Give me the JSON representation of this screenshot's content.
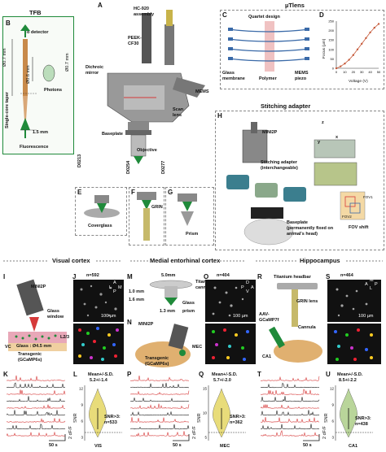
{
  "panels": {
    "A": {
      "letter": "A",
      "hc920": "HC-920",
      "assembly": "assembly",
      "peek": "PEEK-",
      "cf30": "CF30",
      "dichroic1": "Dichroic",
      "dichroic2": "mirror",
      "mems": "MEMS",
      "scan1": "Scan",
      "scan2": "lens",
      "baseplate": "Baseplate",
      "objective": "Objective",
      "d0213": "D0213",
      "d0254": "D0254",
      "d0277": "D0277"
    },
    "B": {
      "letter": "B",
      "title": "TFB",
      "to_detector": "To detector",
      "d07": "Ø0.7 mm",
      "d06": "Ø0.6 mm",
      "d07b": "Ø0.7 mm",
      "photons": "Photons",
      "single_core": "Single-core taper",
      "d15": "1.5 mm",
      "fluorescence": "Fluorescence"
    },
    "C": {
      "letter": "C",
      "header": "µTlens",
      "quartet": "Quartet design",
      "glass1": "Glass",
      "glass2": "membrane",
      "polymer": "Polymer",
      "mems1": "MEMS",
      "mems2": "piezo"
    },
    "D": {
      "letter": "D",
      "ylabel": "Focus (µm)",
      "xlabel": "Voltage (V)",
      "yticks": [
        "0",
        "50",
        "100",
        "150",
        "200",
        "250"
      ],
      "xticks": [
        "0",
        "10",
        "20",
        "30",
        "40",
        "50"
      ]
    },
    "E": {
      "letter": "E",
      "label": "Coverglass"
    },
    "F": {
      "letter": "F",
      "label": "GRIN"
    },
    "G": {
      "letter": "G",
      "label": "Prism"
    },
    "H": {
      "letter": "H",
      "header": "Stitching adapter",
      "mini2p": "MINI2P",
      "stitch1": "Stitching adapter",
      "stitch2": "(interchangeable)",
      "base1": "Baseplate",
      "base2": "(permanently fixed on",
      "base3": "animal's head)",
      "fov1": "FOV1",
      "fov2": "FOV2",
      "fovshift": "FOV shift",
      "ax_z": "z",
      "ax_x": "x",
      "ax_y": "y"
    },
    "I": {
      "letter": "I",
      "mini2p": "MINI2P",
      "glass1": "Glass",
      "glass2": "window",
      "l23": "L2/3",
      "vc": "VC",
      "glass_d": "Glass : Ø4.5 mm",
      "trans1": "Transgenic",
      "trans2": "(GCaMP6s)"
    },
    "J": {
      "letter": "J",
      "n": "n=592",
      "scale": "100 µm",
      "a": "A",
      "l": "L",
      "m": "M",
      "p": "P"
    },
    "M": {
      "letter": "M",
      "d5": "5.0mm",
      "titanium1": "Titanium",
      "titanium2": "cannula",
      "h10": "1.0 mm",
      "h16": "1.6 mm",
      "glass": "Glass",
      "d13": "1.3 mm",
      "prism": "prism"
    },
    "N": {
      "letter": "N",
      "mini2p": "MINI2P",
      "mec": "MEC",
      "trans1": "Transgenic",
      "trans2": "(GCaMP6s)"
    },
    "O": {
      "letter": "O",
      "n": "n=404",
      "scale": "100 µm",
      "d": "D",
      "v": "V",
      "p": "P",
      "a": "A"
    },
    "R": {
      "letter": "R",
      "headbar": "Titanium headbar",
      "grin": "GRIN lens",
      "aav1": "AAV-",
      "aav2": "GCaMP7f",
      "cannula": "Cannula",
      "ca1": "CA1"
    },
    "S": {
      "letter": "S",
      "n": "n=464",
      "scale": "100 µm",
      "a": "A",
      "p": "P",
      "m": "M",
      "l": "L"
    },
    "K": {
      "letter": "K",
      "scale_t": "50 s",
      "scale_f": "2 dF/F"
    },
    "L": {
      "letter": "L",
      "mean_label": "Mean+/-S.D.",
      "mean_val": "5.2+/-1.4",
      "snr_label": "SNR>3:",
      "snr_n": "n=533",
      "ylabel": "SNR",
      "region": "VIS",
      "yticks": [
        "3",
        "6",
        "9",
        "12"
      ]
    },
    "P": {
      "letter": "P",
      "scale_t": "50 s",
      "scale_f": "2 dF/F"
    },
    "Q": {
      "letter": "Q",
      "mean_label": "Mean+/-S.D.",
      "mean_val": "5.7+/-2.0",
      "snr_label": "SNR>3:",
      "snr_n": "n=362",
      "ylabel": "SNR",
      "region": "MEC",
      "yticks": [
        "5",
        "10",
        "15"
      ]
    },
    "T": {
      "letter": "T",
      "scale_t": "50 s",
      "scale_f": "2 dF/F"
    },
    "U": {
      "letter": "U",
      "mean_label": "Mean+/-S.D.",
      "mean_val": "8.5+/-2.2",
      "snr_label": "SNR>3:",
      "snr_n": "n=438",
      "ylabel": "SNR",
      "region": "CA1",
      "yticks": [
        "3",
        "6",
        "9",
        "12"
      ]
    }
  },
  "sections": {
    "visual": "Visual cortex",
    "mec": "Medial entorhinal cortex",
    "hippo": "Hippocampus"
  },
  "chart_data": {
    "type": "line",
    "title": "",
    "xlabel": "Voltage (V)",
    "ylabel": "Focus (µm)",
    "xlim": [
      0,
      50
    ],
    "ylim": [
      0,
      250
    ],
    "x": [
      0,
      5,
      10,
      15,
      20,
      25,
      30,
      35,
      40,
      45,
      50
    ],
    "values": [
      0,
      10,
      25,
      45,
      70,
      100,
      130,
      160,
      190,
      215,
      235
    ]
  },
  "colors": {
    "green": "#1f8a3a",
    "red": "#d63a3a",
    "violin_yellow": "#e8dc7a",
    "violin_green": "#b9d59a",
    "fiber": "#c88a4a"
  }
}
